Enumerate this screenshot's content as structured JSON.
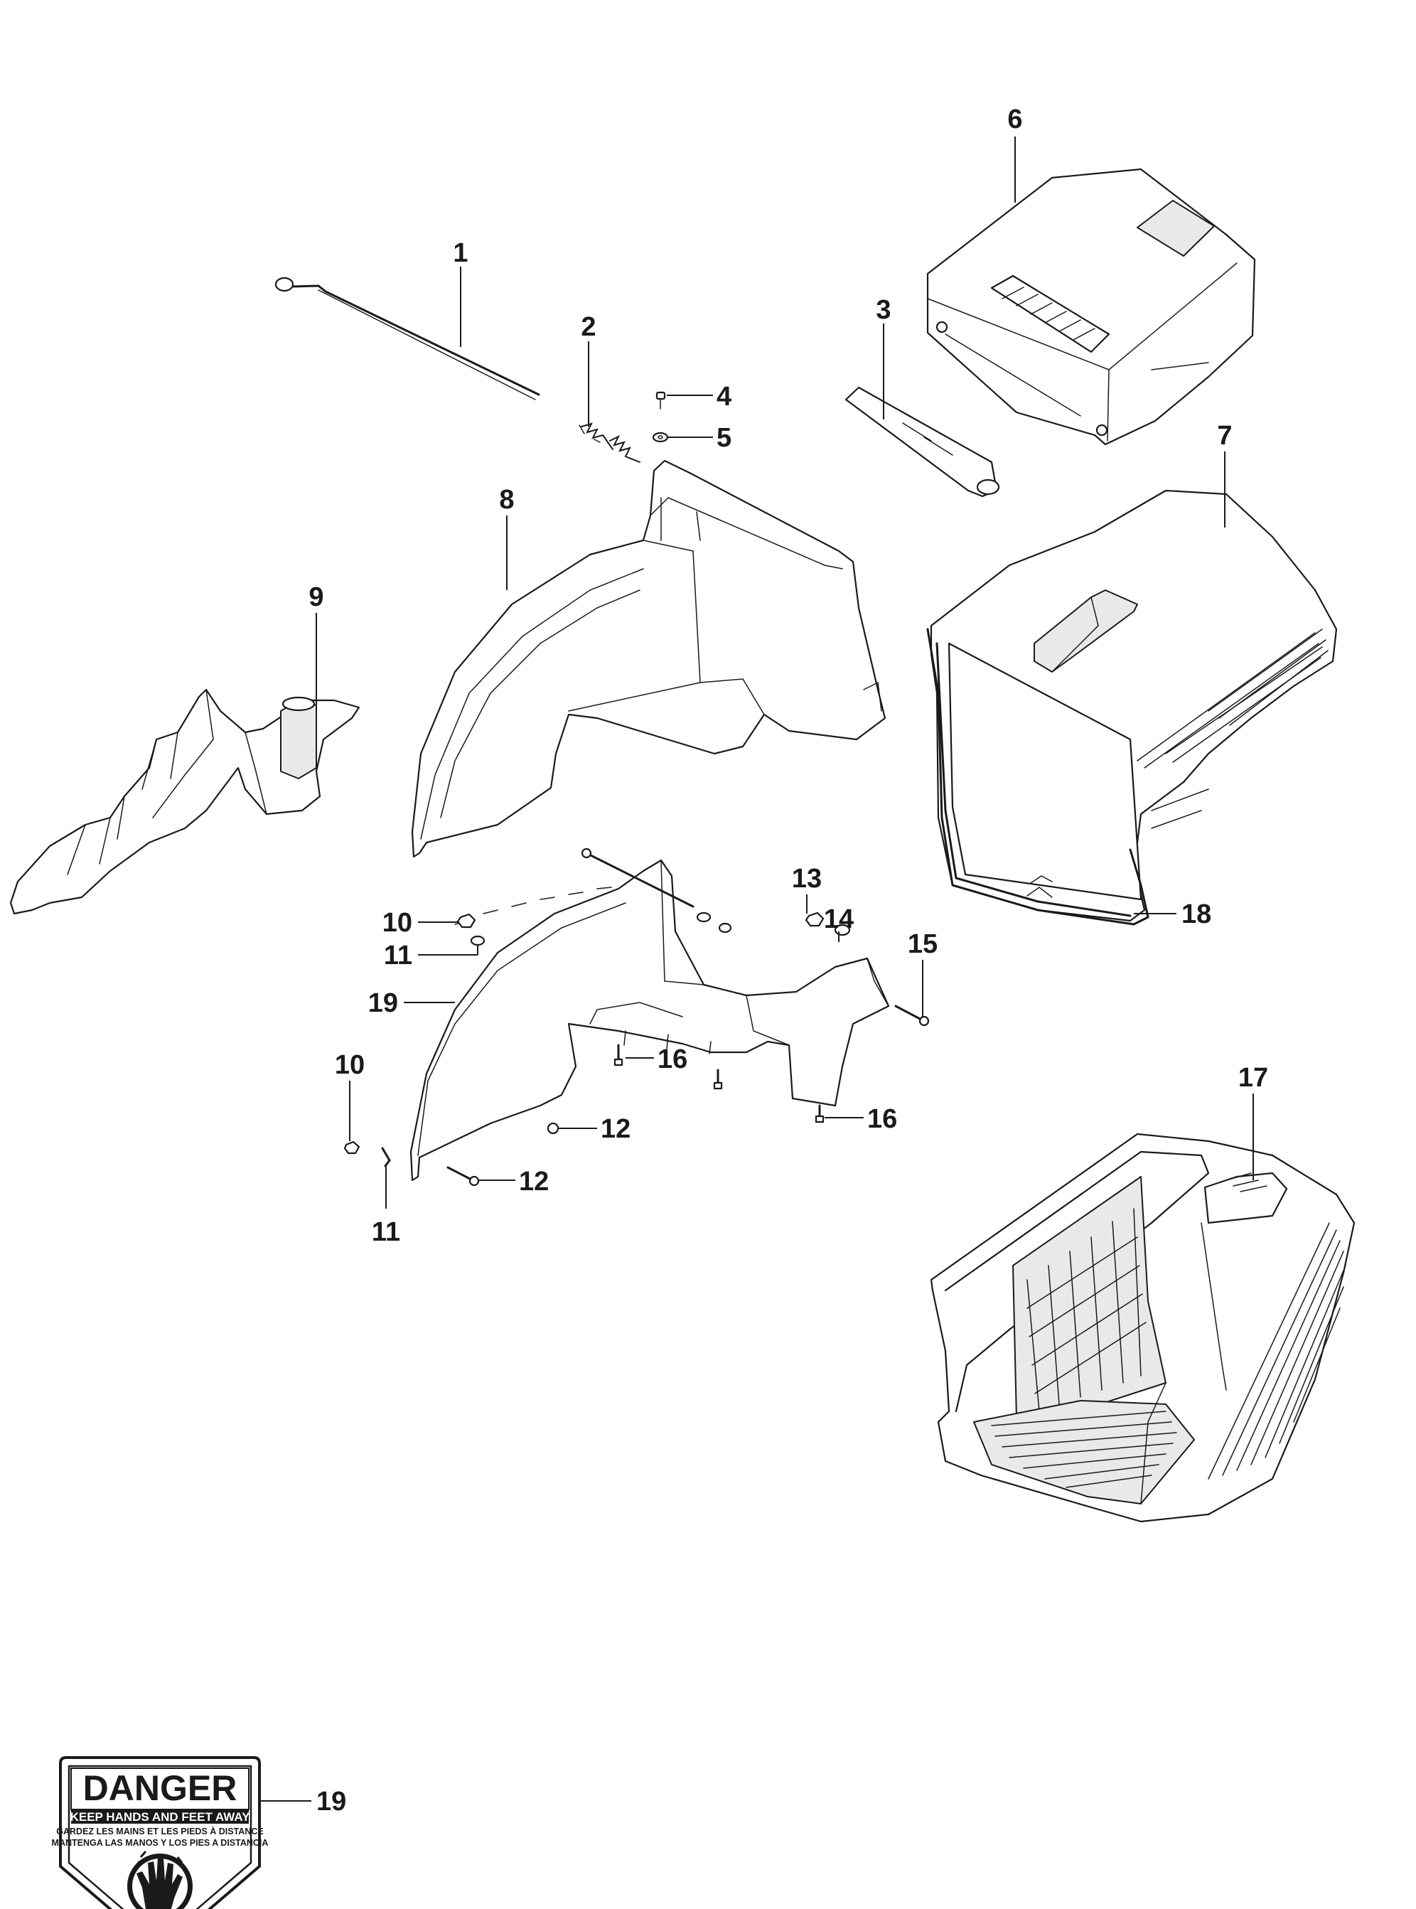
{
  "callouts": {
    "c1": "1",
    "c2": "2",
    "c3": "3",
    "c4": "4",
    "c5": "5",
    "c6": "6",
    "c7": "7",
    "c8": "8",
    "c9": "9",
    "c10a": "10",
    "c10b": "10",
    "c11a": "11",
    "c11b": "11",
    "c12a": "12",
    "c12b": "12",
    "c13": "13",
    "c14": "14",
    "c15": "15",
    "c16a": "16",
    "c16b": "16",
    "c17": "17",
    "c18": "18",
    "c19a": "19",
    "c19b": "19"
  },
  "decal": {
    "title": "DANGER",
    "line1": "KEEP HANDS AND FEET AWAY",
    "line2": "GARDEZ LES MAINS ET LES PIEDS À DISTANCE",
    "line3": "MANTENGA LAS MANOS Y LOS PIES A DISTANCIA",
    "icon": "hand-warning-icon"
  },
  "colors": {
    "line": "#1a1a1a",
    "shade": "#e9e9e9",
    "background": "#ffffff"
  }
}
